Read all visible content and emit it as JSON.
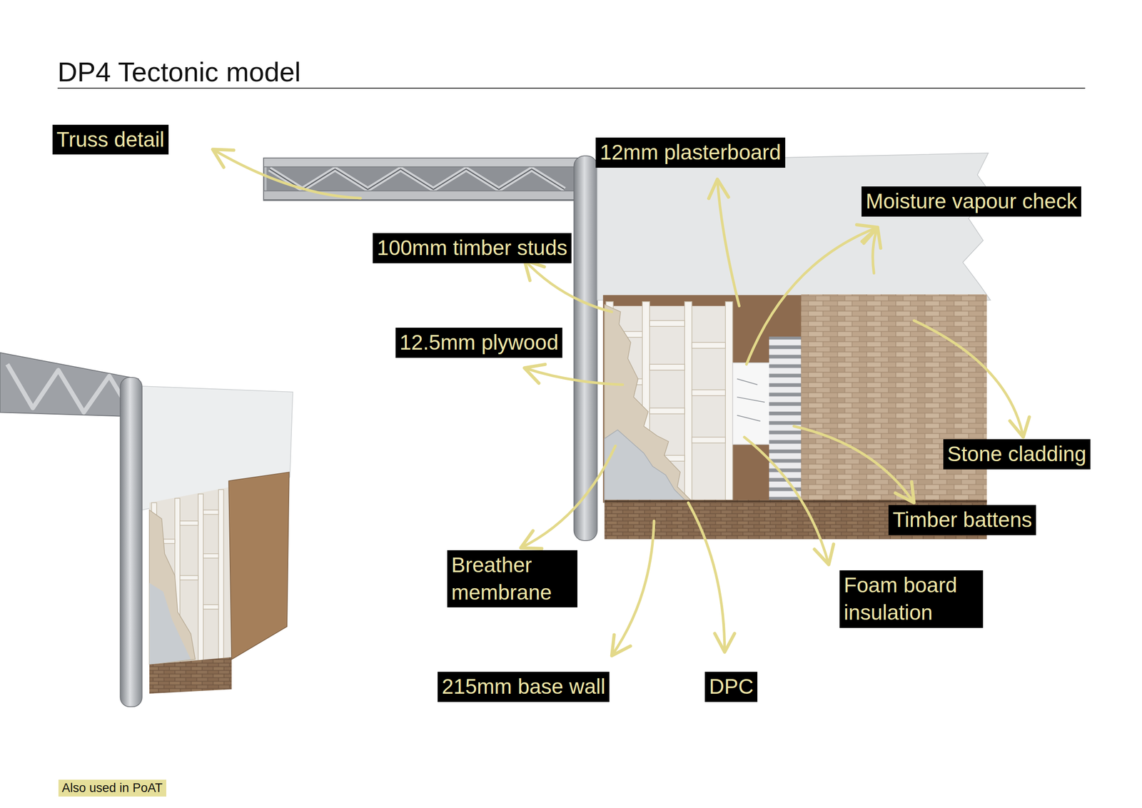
{
  "diagram": {
    "title": "DP4 Tectonic model",
    "nodes": [
      {
        "text": [
          "Truss detail"
        ]
      },
      {
        "text": [
          "12mm plasterboard"
        ]
      },
      {
        "text": [
          "Moisture vapour check"
        ]
      },
      {
        "text": [
          "100mm timber studs"
        ]
      },
      {
        "text": [
          "12.5mm plywood"
        ]
      },
      {
        "text": [
          "Stone cladding"
        ]
      },
      {
        "text": [
          "Timber battens"
        ]
      },
      {
        "text": [
          "Breather membrane"
        ]
      },
      {
        "text": [
          "Foam board insulation"
        ]
      },
      {
        "text": [
          "215mm base wall"
        ]
      },
      {
        "text": [
          "DPC"
        ]
      },
      {
        "text": [
          "Also used in PoAT"
        ]
      }
    ]
  }
}
